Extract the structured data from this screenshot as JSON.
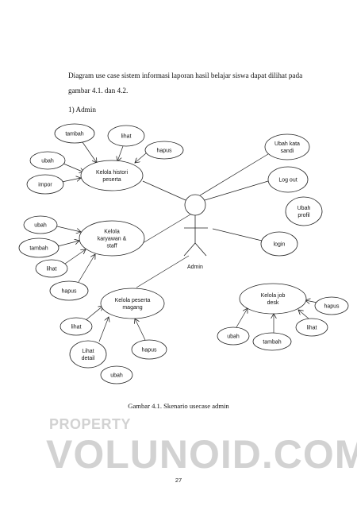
{
  "intro_text": "Diagram use case sistem informasi laporan hasil belajar siswa dapat dilihat pada gambar 4.1. dan 4.2.",
  "section_heading": "1) Admin",
  "actor_label": "Admin",
  "usecases": {
    "histori": [
      "Kelola histori",
      "peserta"
    ],
    "karyawan": [
      "Kelola",
      "karyawan &",
      "staff"
    ],
    "magang": [
      "Kelola peserta",
      "magang"
    ],
    "jobdesk": [
      "Kelola job",
      "desk"
    ],
    "ubah_sandi": [
      "Ubah kata",
      "sandi"
    ],
    "logout": [
      "Log out"
    ],
    "ubah_profil": [
      "Ubah",
      "profil"
    ],
    "login": [
      "login"
    ],
    "h_tambah": [
      "tambah"
    ],
    "h_lihat": [
      "lihat"
    ],
    "h_hapus": [
      "hapus"
    ],
    "h_ubah": [
      "ubah"
    ],
    "h_impor": [
      "impor"
    ],
    "k_ubah": [
      "ubah"
    ],
    "k_tambah": [
      "tambah"
    ],
    "k_lihat": [
      "lihat"
    ],
    "k_hapus": [
      "hapus"
    ],
    "m_lihat": [
      "lihat"
    ],
    "m_lihat_detail": [
      "Lihat",
      "detail"
    ],
    "m_hapus": [
      "hapus"
    ],
    "m_ubah": [
      "ubah"
    ],
    "j_hapus": [
      "hapus"
    ],
    "j_lihat": [
      "lihat"
    ],
    "j_ubah": [
      "ubah"
    ],
    "j_tambah": [
      "tambah"
    ]
  },
  "caption": "Gambar 4.1. Skenario usecase admin",
  "watermark_small": "PROPERTY",
  "watermark_large": "VOLUNOID.COM",
  "page_number": "27"
}
